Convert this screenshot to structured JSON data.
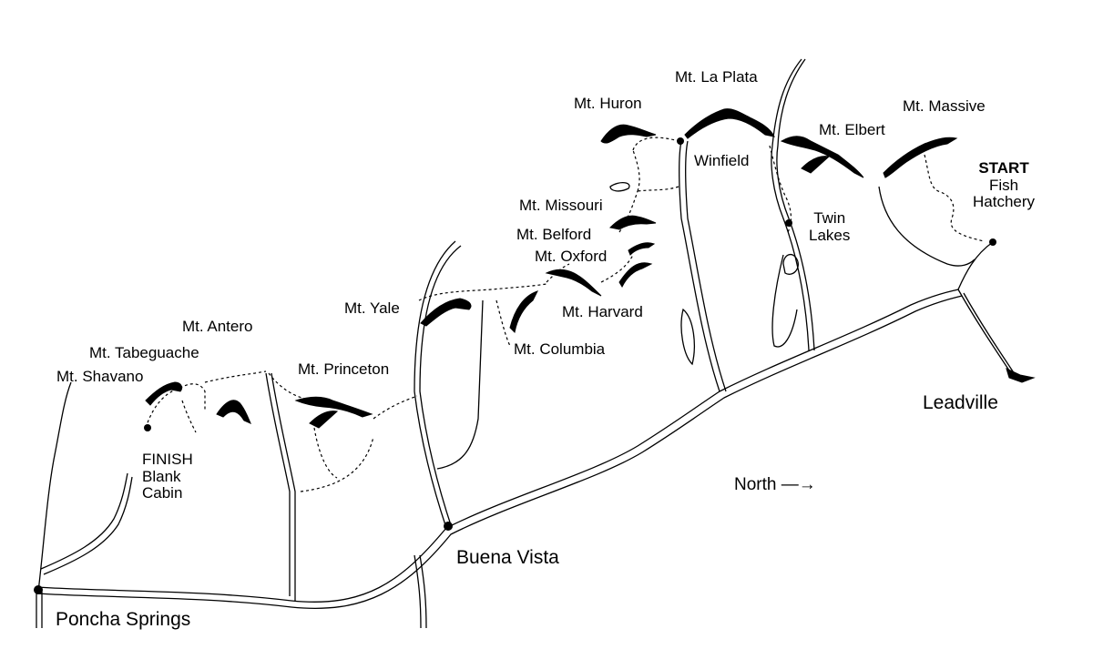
{
  "peaks": {
    "la_plata": "Mt. La Plata",
    "huron": "Mt. Huron",
    "massive": "Mt. Massive",
    "elbert": "Mt. Elbert",
    "missouri": "Mt. Missouri",
    "belford": "Mt. Belford",
    "oxford": "Mt. Oxford",
    "harvard": "Mt. Harvard",
    "yale": "Mt. Yale",
    "columbia": "Mt. Columbia",
    "antero": "Mt. Antero",
    "tabeguache": "Mt. Tabeguache",
    "shavano": "Mt. Shavano",
    "princeton": "Mt. Princeton"
  },
  "places": {
    "winfield": "Winfield",
    "twin_lakes_1": "Twin",
    "twin_lakes_2": "Lakes",
    "leadville": "Leadville",
    "buena_vista": "Buena Vista",
    "poncha_springs": "Poncha Springs",
    "start_title": "START",
    "start_1": "Fish",
    "start_2": "Hatchery",
    "finish_title": "FINISH",
    "finish_1": "Blank",
    "finish_2": "Cabin"
  },
  "compass": {
    "label": "North",
    "arrow": "—→"
  },
  "colors": {
    "ink": "#000000",
    "paper": "#ffffff"
  }
}
